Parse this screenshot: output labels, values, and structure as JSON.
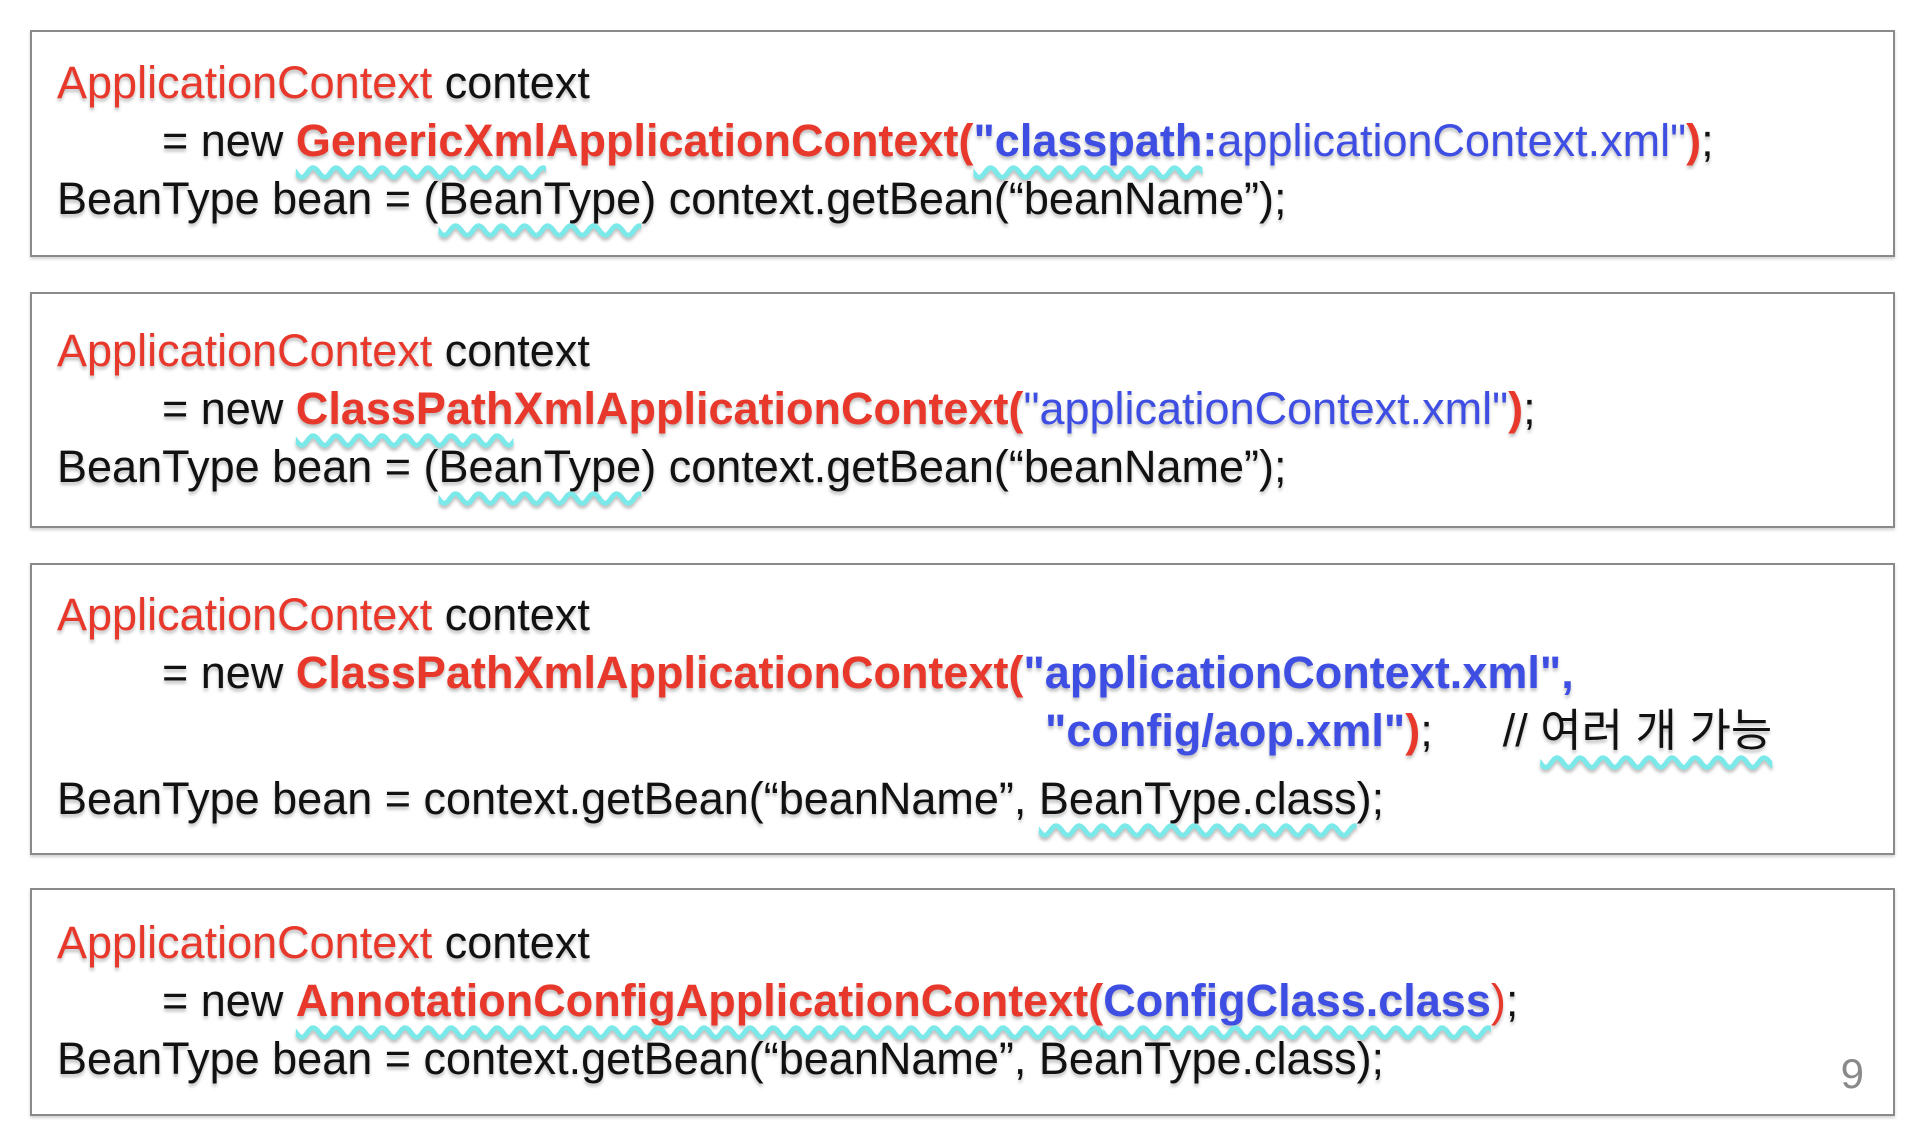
{
  "palette": {
    "keyword_red": "#e8372b",
    "string_blue": "#3e4ee3",
    "code_black": "#111111",
    "squiggle_cyan": "#7be9e9",
    "box_border_gray": "#8a8a8a",
    "page_number_gray": "#8a8a8a"
  },
  "page_number": "9",
  "boxes": [
    {
      "name": "generic-xml-application-context",
      "lines": [
        {
          "segments": [
            {
              "text": "ApplicationContext"
            },
            {
              "text": " context"
            }
          ]
        },
        {
          "segments": [
            {
              "text": "= new "
            },
            {
              "text": "GenericXml"
            },
            {
              "text": "ApplicationContext("
            },
            {
              "text": "\"classpath"
            },
            {
              "text": ":"
            },
            {
              "text": "applicationContext.xml\""
            },
            {
              "text": ")"
            },
            {
              "text": ";"
            }
          ]
        },
        {
          "segments": [
            {
              "text": "BeanType bean = ("
            },
            {
              "text": "BeanType"
            },
            {
              "text": ") context.getBean(“beanName”);"
            }
          ]
        }
      ]
    },
    {
      "name": "classpath-xml-application-context",
      "lines": [
        {
          "segments": [
            {
              "text": "ApplicationContext"
            },
            {
              "text": " context"
            }
          ]
        },
        {
          "segments": [
            {
              "text": "= new "
            },
            {
              "text": "ClassPath"
            },
            {
              "text": "XmlApplicationContext("
            },
            {
              "text": "\"applicationContext.xml\""
            },
            {
              "text": ")"
            },
            {
              "text": ";"
            }
          ]
        },
        {
          "segments": [
            {
              "text": "BeanType bean = ("
            },
            {
              "text": "BeanType"
            },
            {
              "text": ") context.getBean(“beanName”);"
            }
          ]
        }
      ]
    },
    {
      "name": "classpath-xml-application-context-multiple",
      "lines": [
        {
          "segments": [
            {
              "text": "ApplicationContext"
            },
            {
              "text": " context"
            }
          ]
        },
        {
          "segments": [
            {
              "text": "= new "
            },
            {
              "text": "ClassPathXmlApplicationContext("
            },
            {
              "text": "\"applicationContext.xml\","
            }
          ]
        },
        {
          "segments": [
            {
              "text": "\"config/aop.xml\""
            },
            {
              "text": ")"
            },
            {
              "text": ";"
            },
            {
              "text": "// "
            },
            {
              "text": "여러 개 가능"
            }
          ]
        },
        {
          "segments": [
            {
              "text": "BeanType bean = context.getBean(“beanName”, "
            },
            {
              "text": "BeanType.class"
            },
            {
              "text": ");"
            }
          ]
        }
      ]
    },
    {
      "name": "annotation-config-application-context",
      "lines": [
        {
          "segments": [
            {
              "text": "ApplicationContext"
            },
            {
              "text": " context"
            }
          ]
        },
        {
          "segments": [
            {
              "text": "= new "
            },
            {
              "text": "AnnotationConfigApplicationContext("
            },
            {
              "text": "ConfigClass.class"
            },
            {
              "text": ")"
            },
            {
              "text": ";"
            }
          ]
        },
        {
          "segments": [
            {
              "text": "BeanType bean = context.getBean(“beanName”, BeanType.class);"
            }
          ]
        }
      ]
    }
  ]
}
